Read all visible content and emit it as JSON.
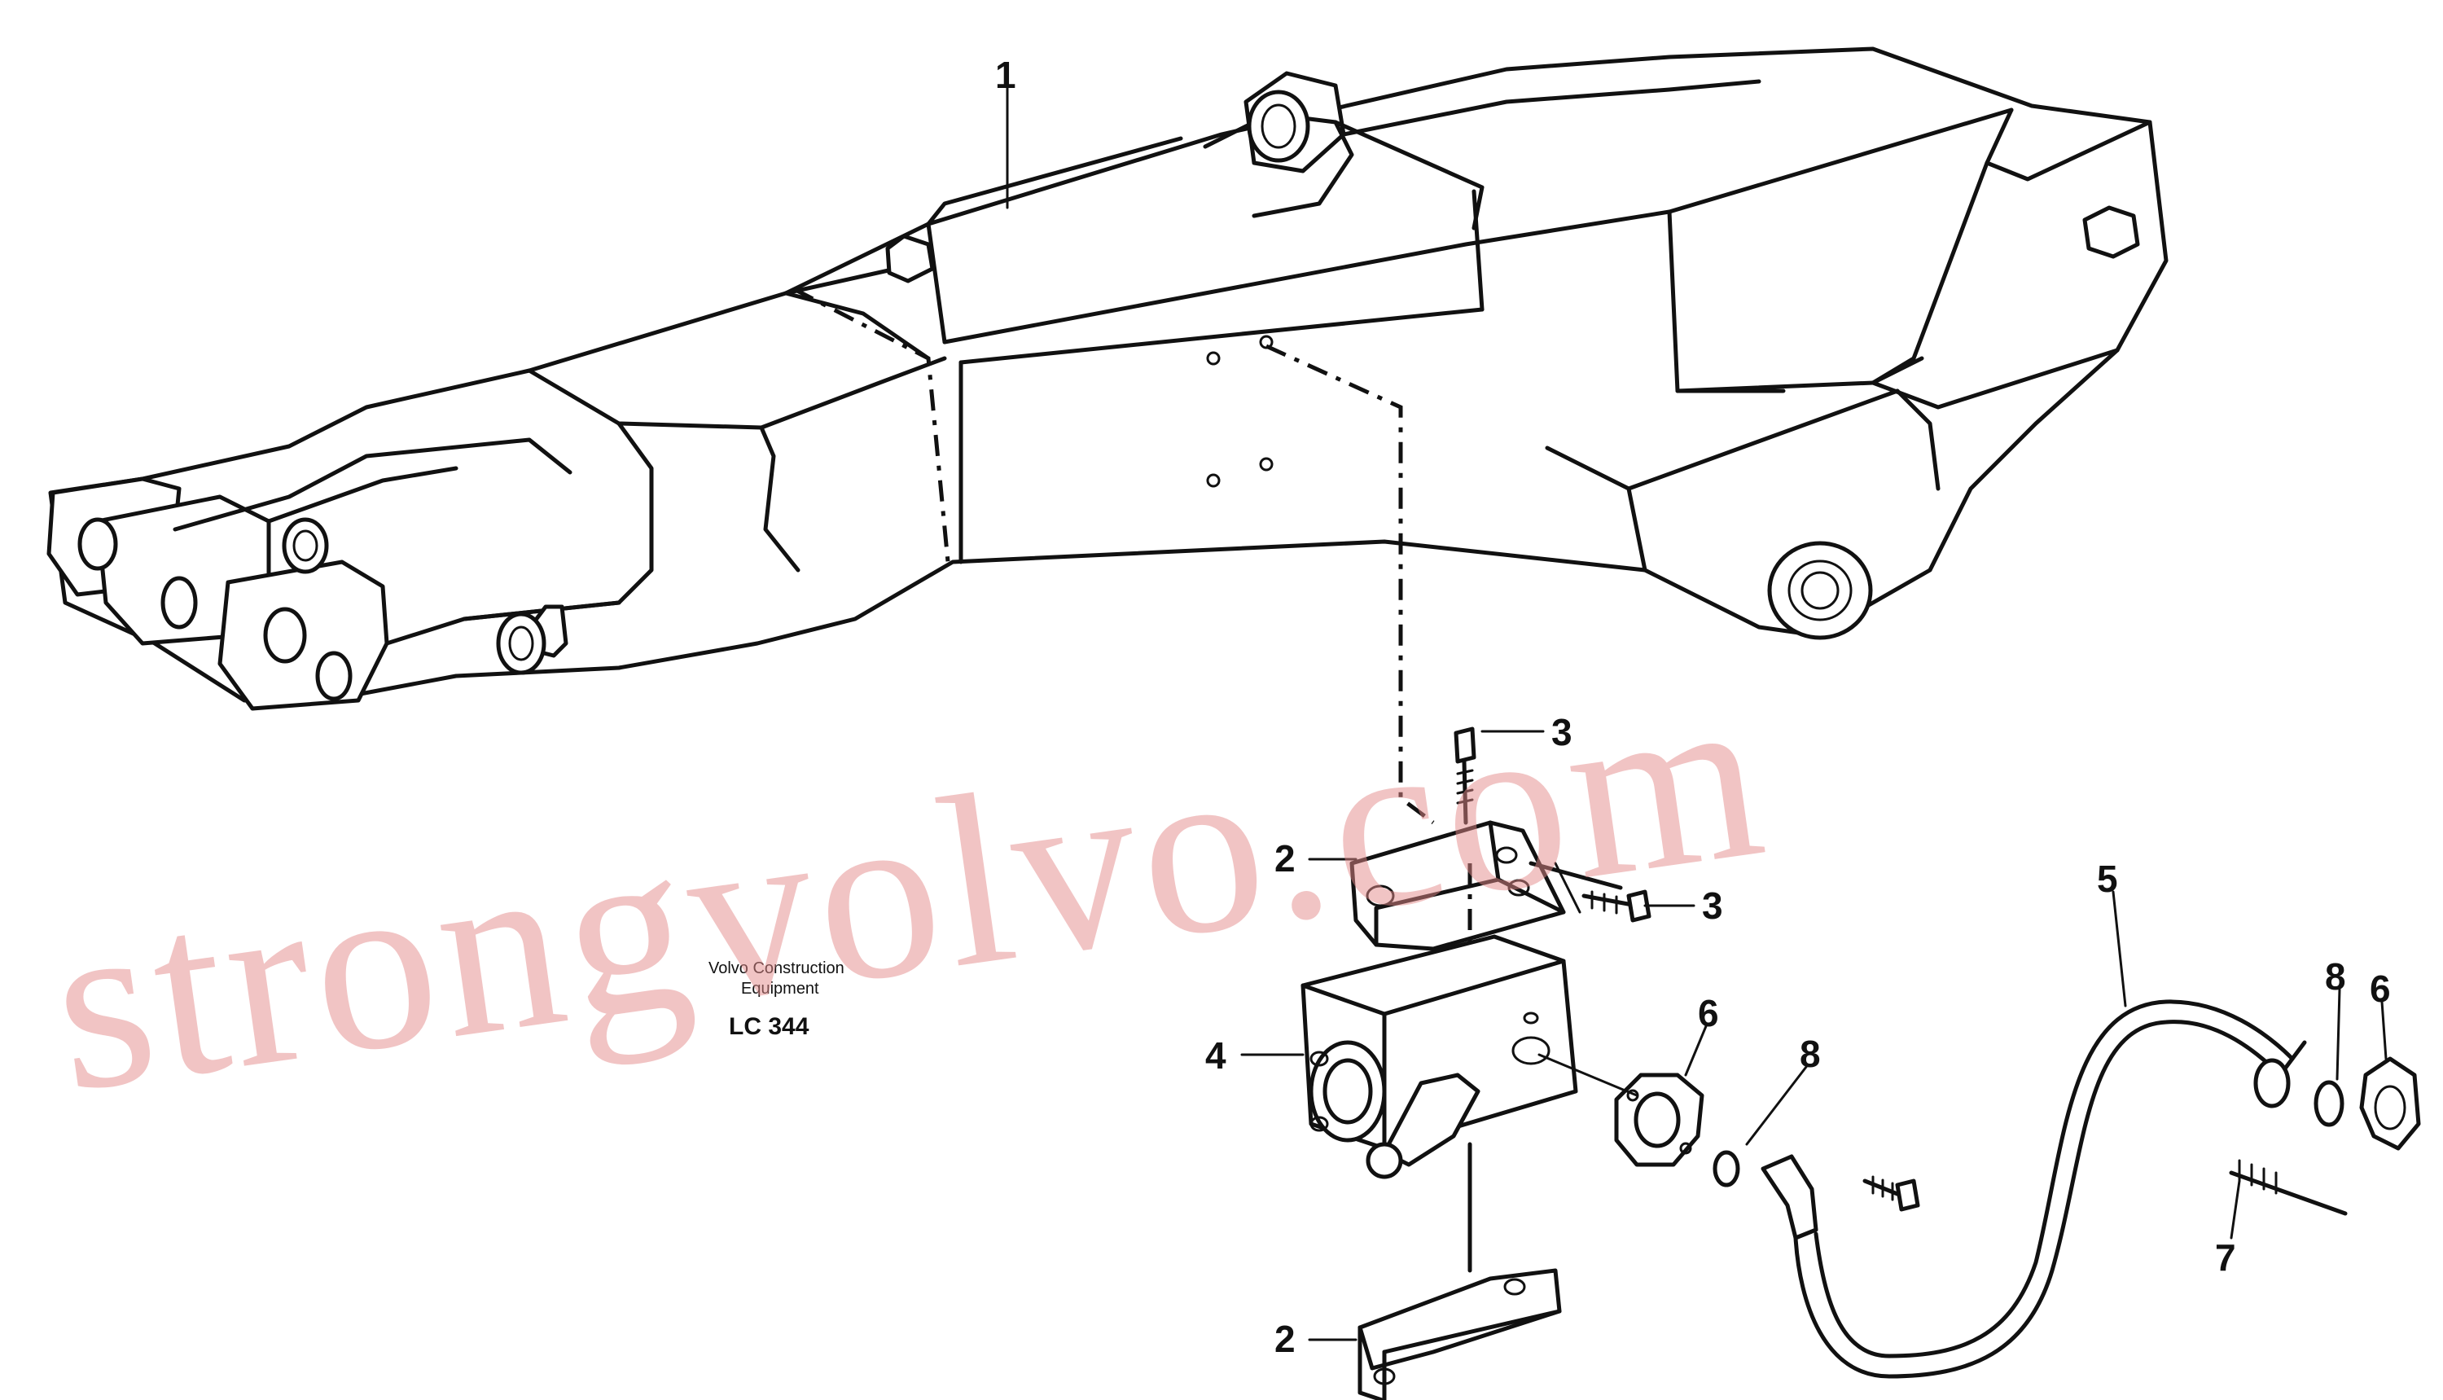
{
  "callouts": {
    "c1": "1",
    "c2a": "2",
    "c2b": "2",
    "c3a": "3",
    "c3b": "3",
    "c4": "4",
    "c5": "5",
    "c6a": "6",
    "c6b": "6",
    "c7": "7",
    "c8a": "8",
    "c8b": "8"
  },
  "caption": {
    "brand_line1": "Volvo Construction",
    "brand_line2": "Equipment",
    "code": "LC 344"
  },
  "watermark": "strongvolvo.com"
}
